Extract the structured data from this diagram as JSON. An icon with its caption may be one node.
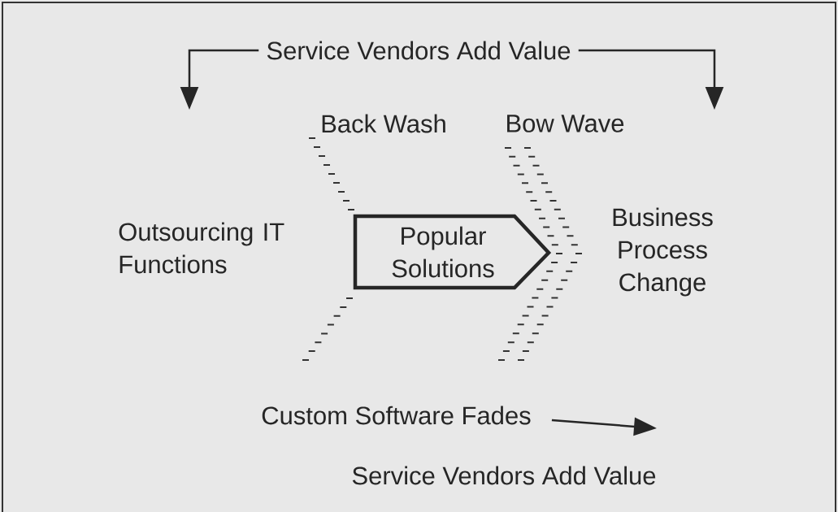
{
  "diagram": {
    "nodes": [
      {
        "text": [
          "Service Vendors Add Value"
        ]
      },
      {
        "text": [
          "Outsourcing IT Functions"
        ]
      },
      {
        "text": [
          "Popular Solutions"
        ]
      },
      {
        "text": [
          "Business Process Change"
        ]
      },
      {
        "text": [
          "Custom Software Fades"
        ]
      },
      {
        "text": [
          "Service Vendors Add Value"
        ]
      }
    ],
    "edges": [
      {
        "from": 0,
        "to": null,
        "arrow": "to"
      },
      {
        "from": 0,
        "to": null,
        "arrow": "to"
      },
      {
        "from": 4,
        "to": null,
        "arrow": "to"
      }
    ],
    "labels": [
      "Back Wash",
      "Bow Wave"
    ]
  }
}
